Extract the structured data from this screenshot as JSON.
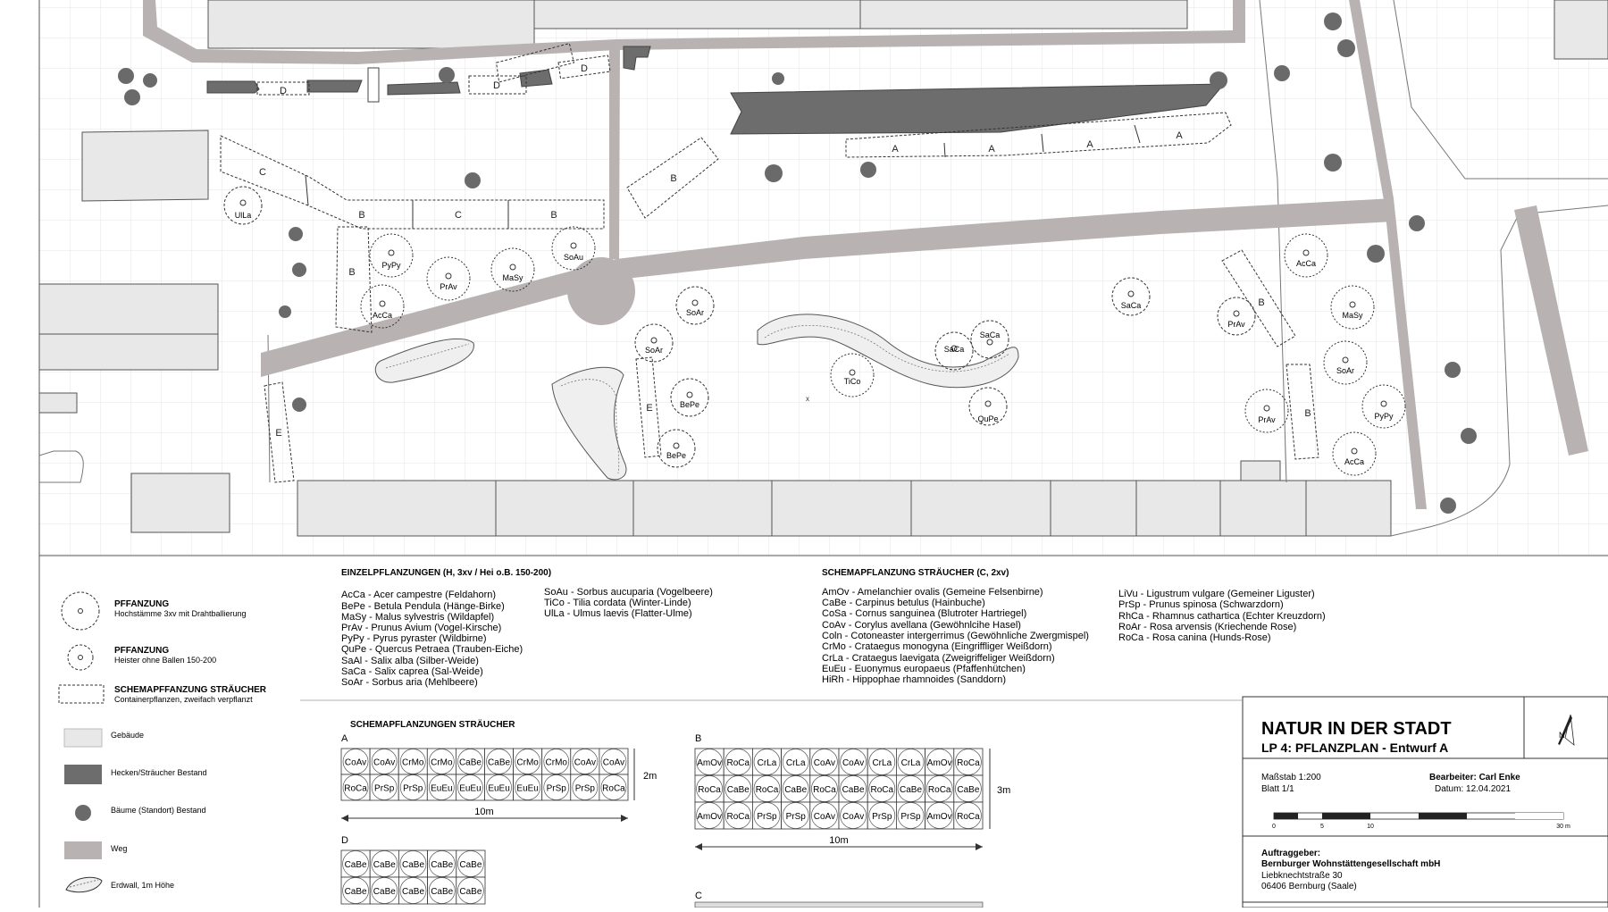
{
  "plan": {
    "bed_labels": [
      "A",
      "B",
      "C",
      "D",
      "E"
    ],
    "trees": [
      {
        "code": "UlLa"
      },
      {
        "code": "PyPy"
      },
      {
        "code": "PrAv"
      },
      {
        "code": "MaSy"
      },
      {
        "code": "SoAu"
      },
      {
        "code": "AcCa"
      },
      {
        "code": "SoAr"
      },
      {
        "code": "SoAr"
      },
      {
        "code": "BePe"
      },
      {
        "code": "BePe"
      },
      {
        "code": "TiCo"
      },
      {
        "code": "SaCa"
      },
      {
        "code": "SaCa"
      },
      {
        "code": "QuPe"
      },
      {
        "code": "SaCa"
      },
      {
        "code": "AcCa"
      },
      {
        "code": "MaSy"
      },
      {
        "code": "PrAv"
      },
      {
        "code": "SoAr"
      },
      {
        "code": "PrAv"
      },
      {
        "code": "PyPy"
      },
      {
        "code": "AcCa"
      }
    ],
    "marker": "x"
  },
  "legend": {
    "pfanzung1_title": "PFFANZUNG",
    "pfanzung1_sub": "Hochstämme 3xv mit Drahtballierung",
    "pfanzung2_title": "PFFANZUNG",
    "pfanzung2_sub": "Heister ohne Ballen 150-200",
    "schema_title": "SCHEMAPFFANZUNG STRÄUCHER",
    "schema_sub": "Containerpflanzen, zweifach verpflanzt",
    "gebaeude": "Gebäude",
    "hecken": "Hecken/Sträucher Bestand",
    "baeume": "Bäume (Standort) Bestand",
    "weg": "Weg",
    "erdwall": "Erdwall, 1m Höhe"
  },
  "einzel": {
    "title": "EINZELPFLANZUNGEN (H, 3xv / Hei o.B. 150-200)",
    "col1": [
      "AcCa - Acer campestre (Feldahorn)",
      "BePe - Betula Pendula (Hänge-Birke)",
      "MaSy - Malus sylvestris (Wildapfel)",
      "PrAv - Prunus Avium (Vogel-Kirsche)",
      "PyPy - Pyrus pyraster (Wildbirne)",
      "QuPe - Quercus Petraea (Trauben-Eiche)",
      "SaAl - Salix alba (Silber-Weide)",
      "SaCa - Salix caprea (Sal-Weide)",
      "SoAr - Sorbus aria (Mehlbeere)"
    ],
    "col2": [
      "SoAu - Sorbus aucuparia (Vogelbeere)",
      "TiCo - Tilia cordata (Winter-Linde)",
      "UlLa - Ulmus laevis (Flatter-Ulme)"
    ]
  },
  "schema": {
    "title": "SCHEMAPFLANZUNG STRÄUCHER (C, 2xv)",
    "col1": [
      "AmOv - Amelanchier ovalis (Gemeine Felsenbirne)",
      "CaBe - Carpinus betulus (Hainbuche)",
      "CoSa - Cornus sanguinea (Blutroter Hartriegel)",
      "CoAv - Corylus avellana (Gewöhnlcihe Hasel)",
      "Coln - Cotoneaster intergerrimus (Gewöhnliche Zwergmispel)",
      "CrMo - Crataegus monogyna (Eingriffliger Weißdorn)",
      "CrLa - Crataegus laevigata (Zweigriffeliger Weißdorn)",
      "EuEu - Euonymus europaeus (Pfaffenhütchen)",
      "HiRh - Hippophae rhamnoides (Sanddorn)"
    ],
    "col2": [
      "LiVu - Ligustrum vulgare (Gemeiner Liguster)",
      "PrSp - Prunus spinosa (Schwarzdorn)",
      "RhCa - Rhamnus cathartica (Echter Kreuzdorn)",
      "RoAr - Rosa arvensis (Kriechende Rose)",
      "RoCa - Rosa canina (Hunds-Rose)"
    ]
  },
  "schemas": {
    "title": "SCHEMAPFLANZUNGEN STRÄUCHER",
    "A": {
      "label": "A",
      "rows": [
        [
          "CoAv",
          "CoAv",
          "CrMo",
          "CrMo",
          "CaBe",
          "CaBe",
          "CrMo",
          "CrMo",
          "CoAv",
          "CoAv"
        ],
        [
          "RoCa",
          "PrSp",
          "PrSp",
          "EuEu",
          "EuEu",
          "EuEu",
          "EuEu",
          "PrSp",
          "PrSp",
          "RoCa"
        ]
      ],
      "height": "2m",
      "width": "10m"
    },
    "B": {
      "label": "B",
      "rows": [
        [
          "AmOv",
          "RoCa",
          "CrLa",
          "CrLa",
          "CoAv",
          "CoAv",
          "CrLa",
          "CrLa",
          "AmOv",
          "RoCa"
        ],
        [
          "RoCa",
          "CaBe",
          "RoCa",
          "CaBe",
          "RoCa",
          "CaBe",
          "RoCa",
          "CaBe",
          "RoCa",
          "CaBe"
        ],
        [
          "AmOv",
          "RoCa",
          "PrSp",
          "PrSp",
          "CoAv",
          "CoAv",
          "PrSp",
          "PrSp",
          "AmOv",
          "RoCa"
        ]
      ],
      "height": "3m",
      "width": "10m"
    },
    "D": {
      "label": "D",
      "rows": [
        [
          "CaBe",
          "CaBe",
          "CaBe",
          "CaBe",
          "CaBe"
        ],
        [
          "CaBe",
          "CaBe",
          "CaBe",
          "CaBe",
          "CaBe"
        ]
      ]
    },
    "C": {
      "label": "C"
    }
  },
  "titleblock": {
    "title": "NATUR IN DER STADT",
    "subtitle": "LP 4: PFLANZPLAN - Entwurf A",
    "massstab": "Maßstab 1:200",
    "blatt": "Blatt 1/1",
    "bearbeiter": "Bearbeiter: Carl Enke",
    "datum": "Datum: 12.04.2021",
    "scale_ticks": [
      "0",
      "5",
      "10",
      "30 m"
    ],
    "auftraggeber_label": "Auftraggeber:",
    "auftraggeber_name": "Bernburger Wohnstättengesellschaft mbH",
    "strasse": "Liebknechtstraße 30",
    "ort": "06406 Bernburg (Saale)"
  },
  "colors": {
    "building": "#e8e8e8",
    "hedge": "#6d6d6d",
    "tree": "#6a6a6a",
    "path": "#b8b2b2",
    "line": "#333333"
  }
}
